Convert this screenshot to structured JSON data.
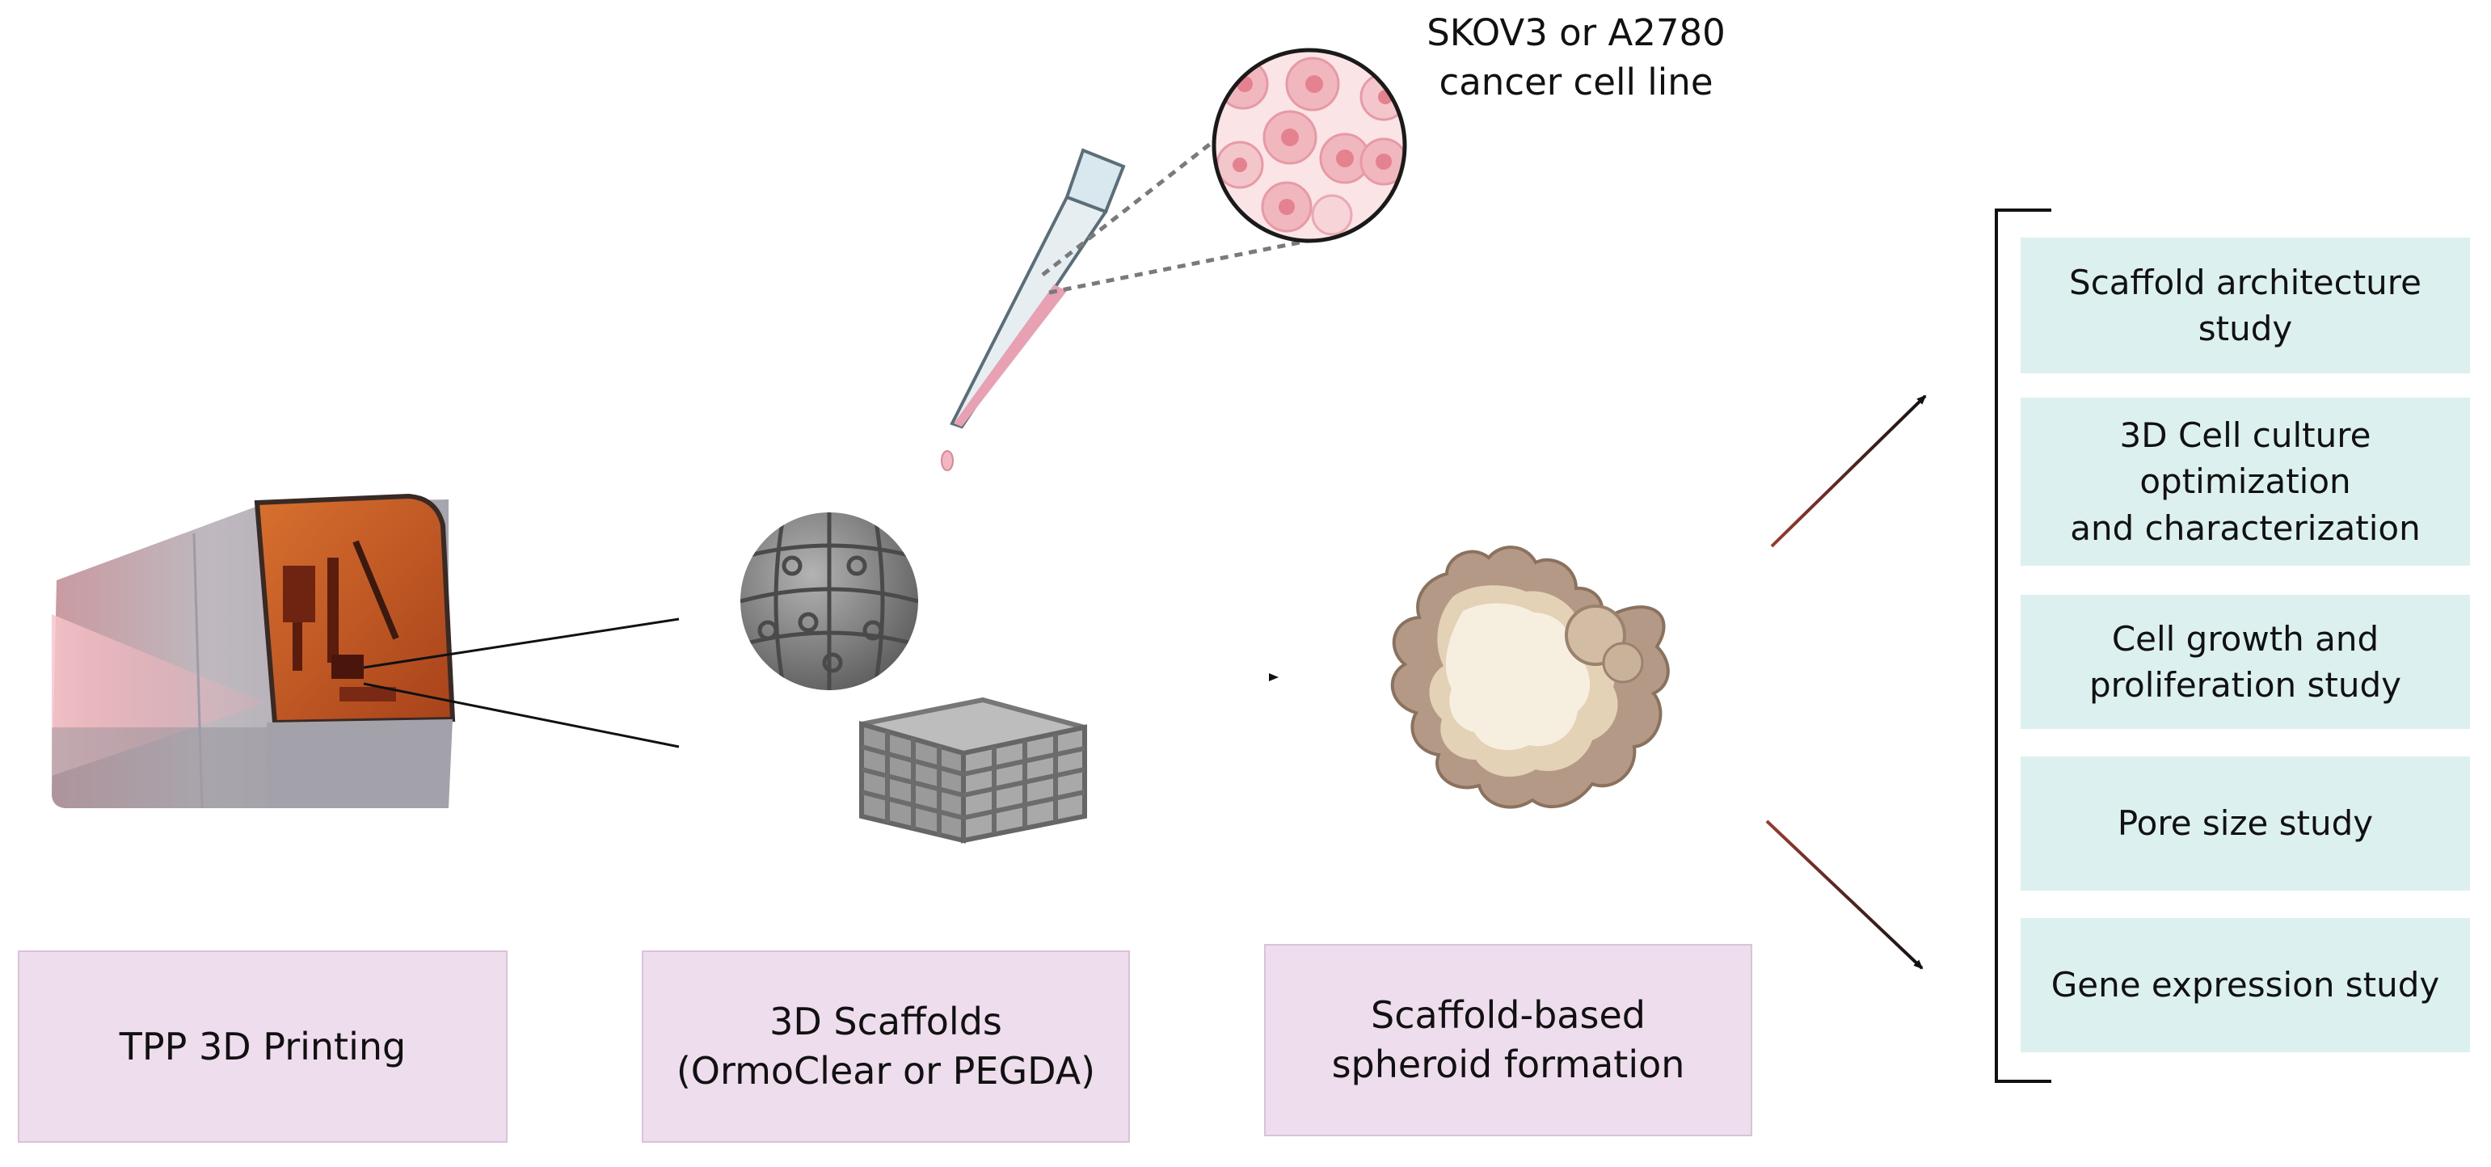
{
  "cell_source": {
    "label": "SKOV3 or A2780\ncancer cell line"
  },
  "stages": [
    {
      "label": "TPP 3D Printing"
    },
    {
      "label": "3D Scaffolds\n(OrmoClear or PEGDA)"
    },
    {
      "label": "Scaffold-based\nspheroid formation"
    }
  ],
  "studies": [
    {
      "label": "Scaffold architecture\nstudy"
    },
    {
      "label": "3D Cell culture\noptimization\nand characterization"
    },
    {
      "label": "Cell growth and\nproliferation study"
    },
    {
      "label": "Pore size study"
    },
    {
      "label": "Gene expression study"
    }
  ],
  "colors": {
    "stage_fill": "#eedded",
    "study_fill": "#dcf0f0",
    "printer_glass": "#c4551e",
    "cell_pink": "#e79aa5",
    "spheroid_core": "#f6eedf",
    "spheroid_rim": "#b49a86"
  }
}
